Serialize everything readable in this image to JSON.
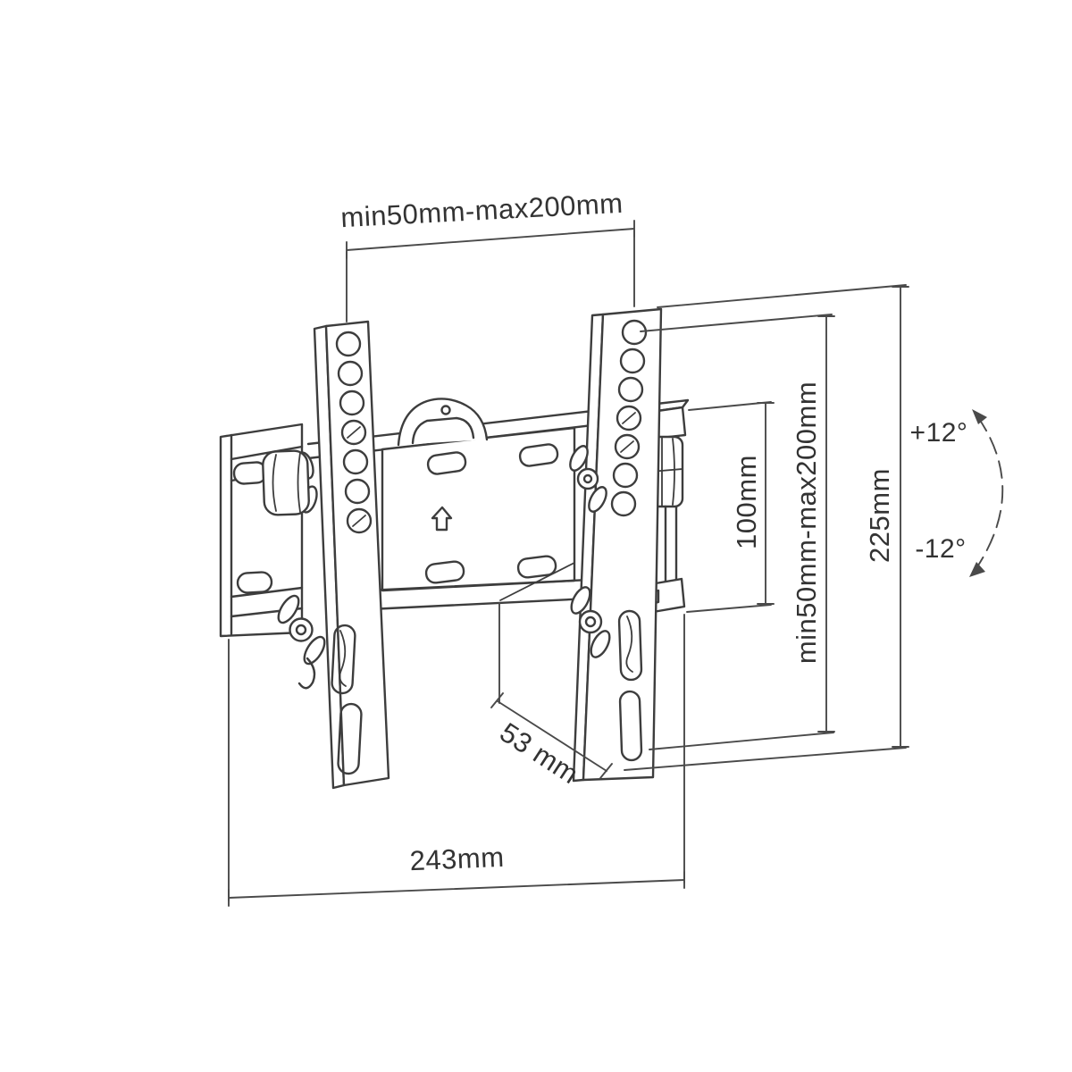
{
  "diagram": {
    "colors": {
      "background": "#ffffff",
      "line": "#3d3d3d",
      "dimension_line": "#4a4a4a",
      "text": "#333333"
    },
    "labels": {
      "top_span": "min50mm-max200mm",
      "vesa_height": "100mm",
      "side_span": "min50mm-max200mm",
      "bracket_height": "225mm",
      "tilt_up": "+12°",
      "tilt_down": "-12°",
      "depth": "53 mm",
      "total_width": "243mm"
    }
  }
}
